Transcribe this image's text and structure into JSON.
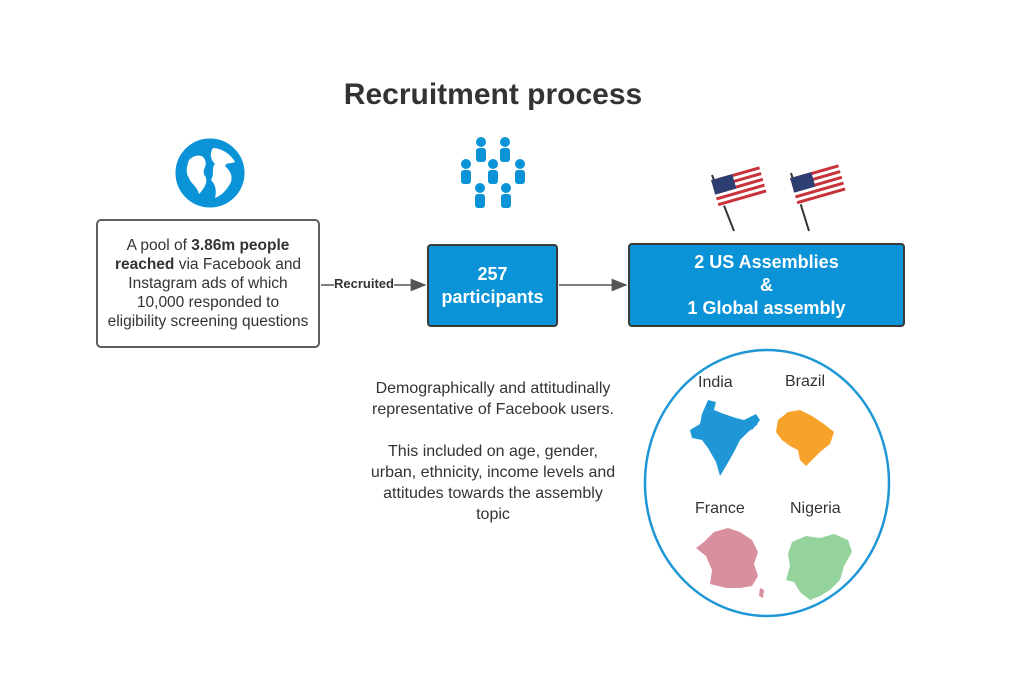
{
  "title": "Recruitment process",
  "pool": {
    "pre": "A pool of ",
    "bold": "3.86m people reached",
    "post": " via Facebook and Instagram ads of which 10,000 responded to eligibility screening questions"
  },
  "arrow_label": "Recruited",
  "participants": {
    "line1": "257",
    "line2": "participants"
  },
  "assemblies": {
    "line1": "2 US Assemblies",
    "line2": "&",
    "line3": "1 Global assembly"
  },
  "demographics": {
    "p1": "Demographically and attitudinally representative of Facebook users.",
    "p2": "This included on age, gender, urban, ethnicity, income levels and attitudes towards the assembly topic"
  },
  "countries": [
    {
      "name": "India",
      "color": "#1f97d6"
    },
    {
      "name": "Brazil",
      "color": "#f7a22a"
    },
    {
      "name": "France",
      "color": "#d8909f"
    },
    {
      "name": "Nigeria",
      "color": "#94d39c"
    }
  ],
  "colors": {
    "accent": "#0b93d8",
    "box_border": "#5e5e5e",
    "circle": "#1f97d6"
  },
  "icons": [
    "globe-icon",
    "people-group-icon",
    "us-flag-icon",
    "us-flag-icon"
  ]
}
